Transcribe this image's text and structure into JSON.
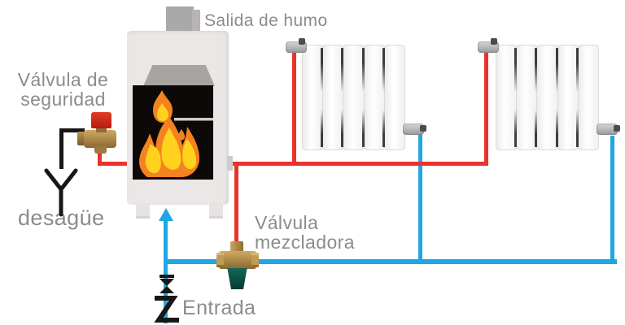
{
  "diagram": {
    "labels": {
      "smoke_outlet": "Salida de humo",
      "safety_valve_line1": "Válvula de",
      "safety_valve_line2": "seguridad",
      "drain": "desagüe",
      "mixing_valve_line1": "Válvula",
      "mixing_valve_line2": "mezcladora",
      "inlet": "Entrada"
    },
    "colors": {
      "hot_water_pipe": "#e8342a",
      "cold_water_pipe": "#1fa7e4",
      "drain_pipe": "#171717",
      "label_text": "#8c8c8c",
      "brass_valve": "#b28a4a",
      "safety_valve_cap": "#d2291c",
      "mixing_valve_knob": "#0d5044",
      "flame_orange": "#f58220",
      "flame_yellow": "#ffd21e",
      "boiler_body": "#eae7e6"
    }
  }
}
